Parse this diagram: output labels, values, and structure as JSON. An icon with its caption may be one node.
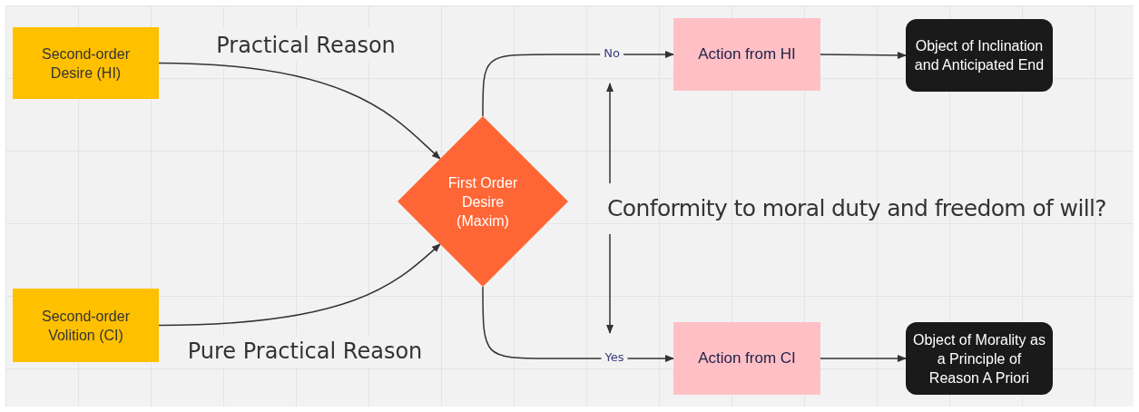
{
  "diagram": {
    "nodes": [
      {
        "text": [
          "Second-order Desire (HI)"
        ]
      },
      {
        "text": [
          "Second-order Volition (CI)"
        ]
      },
      {
        "text": [
          "First Order Desire (Maxim)"
        ]
      },
      {
        "text": [
          "Action from HI"
        ]
      },
      {
        "text": [
          "Object of Inclination and Anticipated End"
        ]
      },
      {
        "text": [
          "Action from CI"
        ]
      },
      {
        "text": [
          "Object of Morality as a Principle of Reason A Priori"
        ]
      },
      {
        "text": [
          "Conformity to moral duty and freedom of will?"
        ]
      }
    ],
    "edges": [
      {
        "from": 0,
        "to": 2,
        "arrow": "to",
        "label": "Practical Reason"
      },
      {
        "from": 1,
        "to": 2,
        "arrow": "to",
        "label": "Pure Practical Reason"
      },
      {
        "from": 2,
        "to": 3,
        "arrow": "to",
        "label": "No"
      },
      {
        "from": 2,
        "to": 5,
        "arrow": "to",
        "label": "Yes"
      },
      {
        "from": 3,
        "to": 4,
        "arrow": "to"
      },
      {
        "from": 5,
        "to": 6,
        "arrow": "to"
      },
      {
        "from": 7,
        "to": null,
        "arrow": "to"
      },
      {
        "from": 7,
        "to": null,
        "arrow": "to"
      }
    ]
  }
}
